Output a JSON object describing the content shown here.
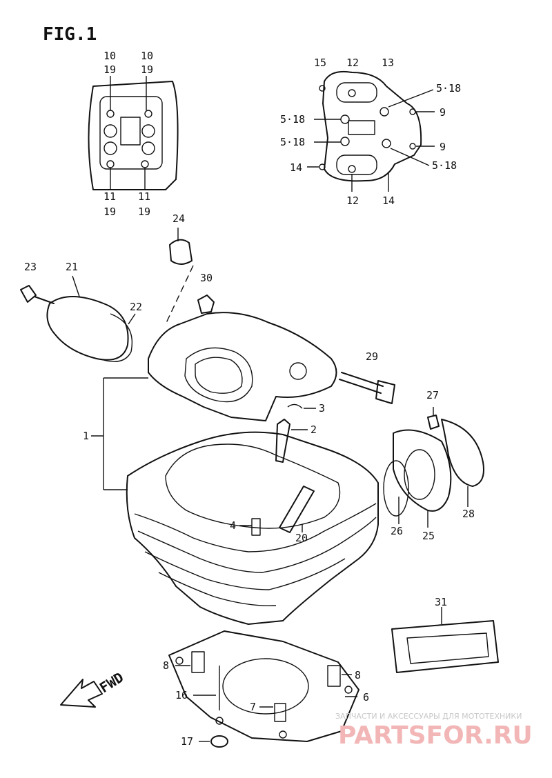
{
  "figure": {
    "title": "FIG.1",
    "direction_label": "FWD"
  },
  "valve_cover_inset_labels": [
    "10",
    "19",
    "10",
    "19",
    "11",
    "19",
    "11",
    "19"
  ],
  "gasket_inset_labels": [
    "15",
    "12",
    "13",
    "5·18",
    "9",
    "5·18",
    "5·18",
    "9",
    "14",
    "5·18",
    "12",
    "14"
  ],
  "part_callouts": [
    "24",
    "23",
    "21",
    "22",
    "30",
    "29",
    "3",
    "2",
    "1",
    "27",
    "4",
    "20",
    "26",
    "25",
    "28",
    "31",
    "8",
    "8",
    "16",
    "6",
    "7",
    "17"
  ],
  "watermark": {
    "caption": "ЗАПЧАСТИ И АКСЕССУАРЫ ДЛЯ МОТОТЕХНИКИ",
    "logo": "PARTSFOR.RU",
    "color": "#e87c7c"
  }
}
